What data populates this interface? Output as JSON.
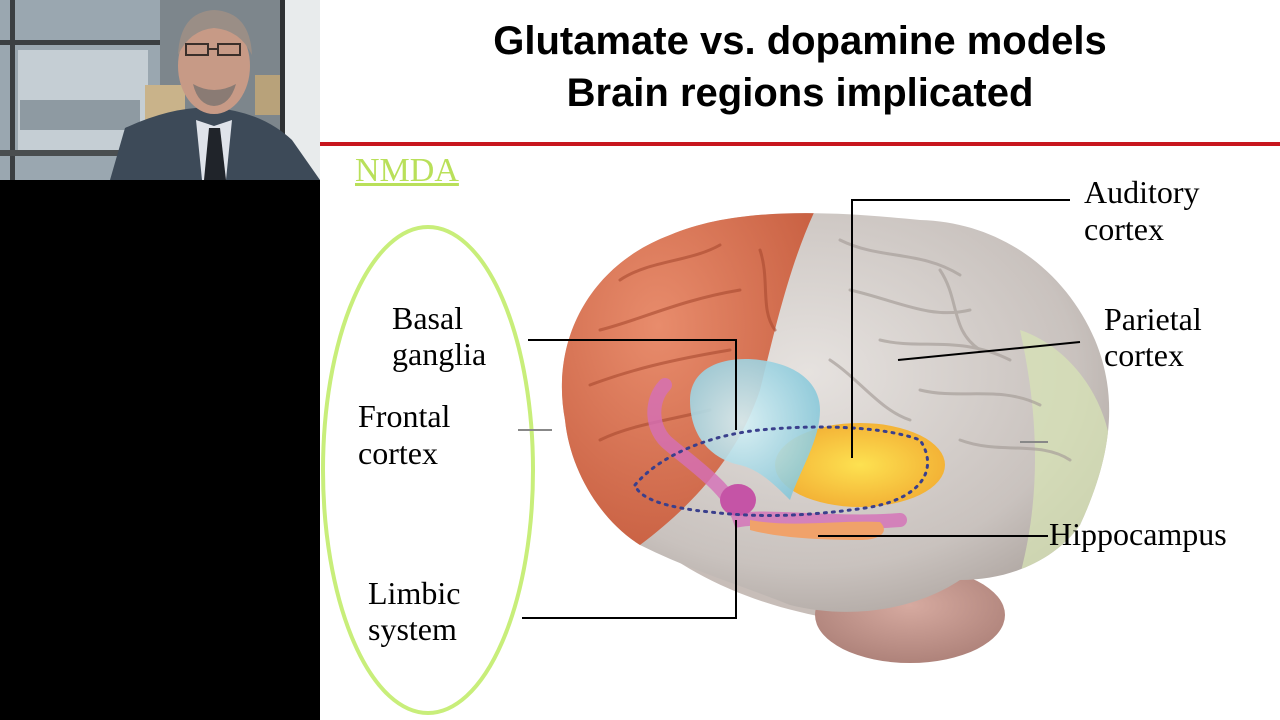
{
  "slide": {
    "title_line1": "Glutamate vs. dopamine models",
    "title_line2": "Brain regions implicated",
    "nmda_label": "NMDA",
    "labels": {
      "basal_1": "Basal",
      "basal_2": "ganglia",
      "frontal_1": "Frontal",
      "frontal_2": "cortex",
      "limbic_1": "Limbic",
      "limbic_2": "system",
      "auditory_1": "Auditory",
      "auditory_2": "cortex",
      "parietal_1": "Parietal",
      "parietal_2": "cortex",
      "hippocampus": "Hippocampus"
    }
  },
  "colors": {
    "title_rule": "#c8161e",
    "nmda": "#b9e05a",
    "ellipse": "#c8ee7a",
    "frontal_lobe": "#d9704f",
    "cortex_gray": "#c9c3bf",
    "basal_ganglia": "#9fd3e0",
    "auditory": "#f7b72a",
    "limbic": "#d46fb8"
  }
}
